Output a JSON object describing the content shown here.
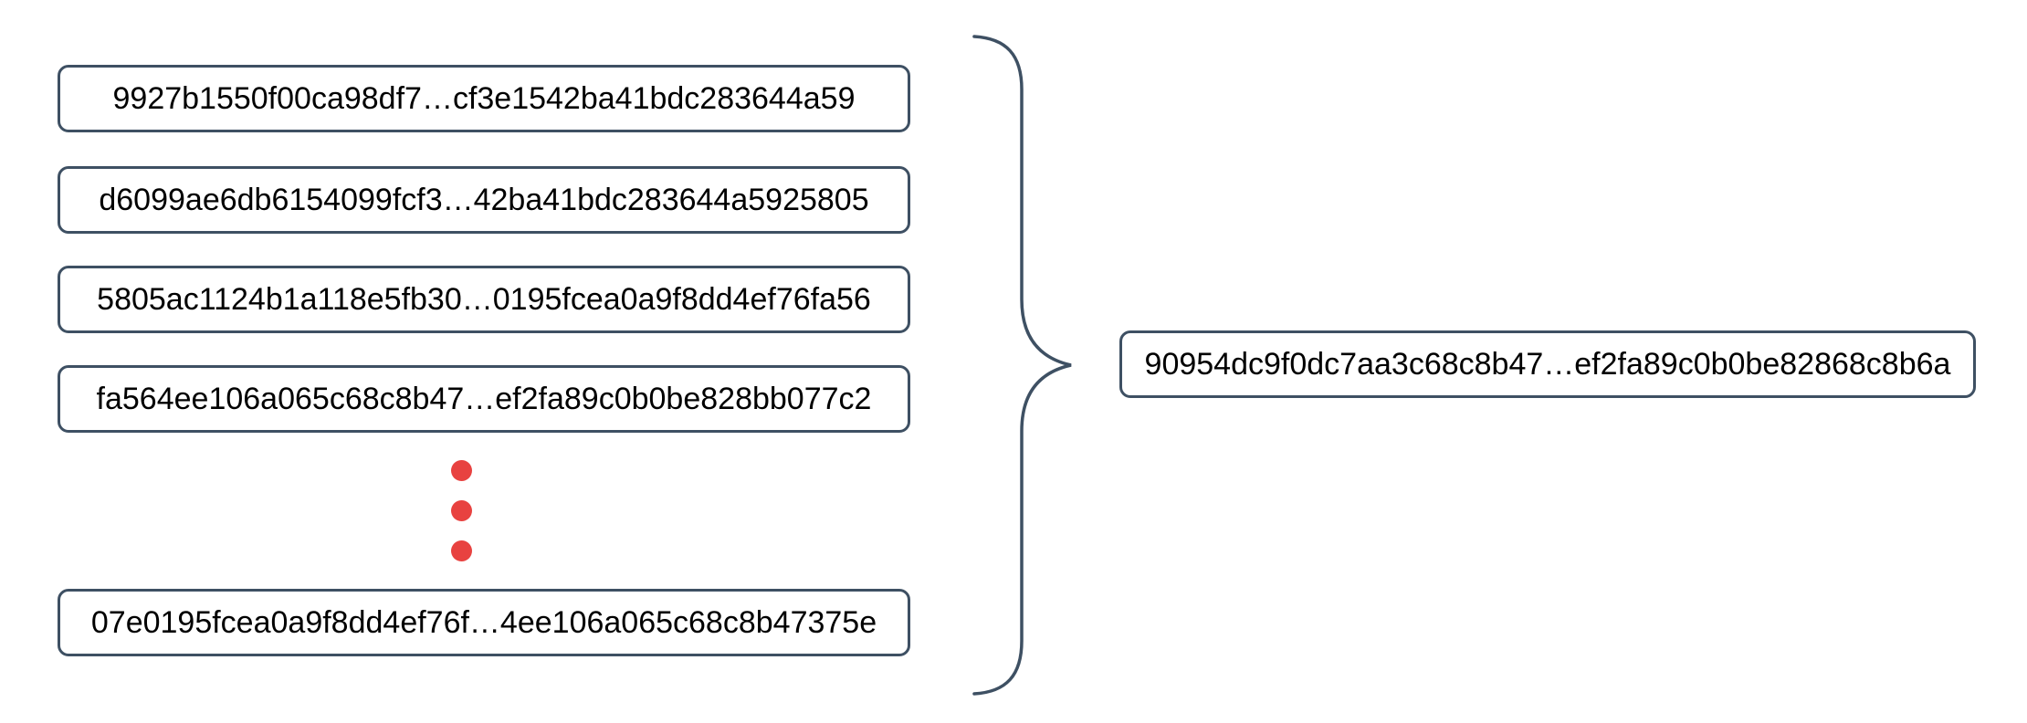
{
  "diagram": {
    "description": "Multiple hash strings aggregated via a curly brace into a single result hash",
    "hashes": {
      "items": [
        "9927b1550f00ca98df7…cf3e1542ba41bdc283644a59",
        "d6099ae6db6154099fcf3…42ba41bdc283644a5925805",
        "5805ac1124b1a118e5fb30…0195fcea0a9f8dd4ef76fa56",
        "fa564ee106a065c68c8b47…ef2fa89c0b0be828bb077c2",
        "07e0195fcea0a9f8dd4ef76f…4ee106a065c68c8b47375e"
      ],
      "ellipsis_dot_count": 3
    },
    "result": {
      "hash": "90954dc9f0dc7aa3c68c8b47…ef2fa89c0b0be82868c8b6a"
    },
    "colors": {
      "border": "#3e5063",
      "brace": "#3e5063",
      "ellipsis_dot": "#e84240",
      "text": "#000000",
      "background": "#ffffff"
    }
  }
}
